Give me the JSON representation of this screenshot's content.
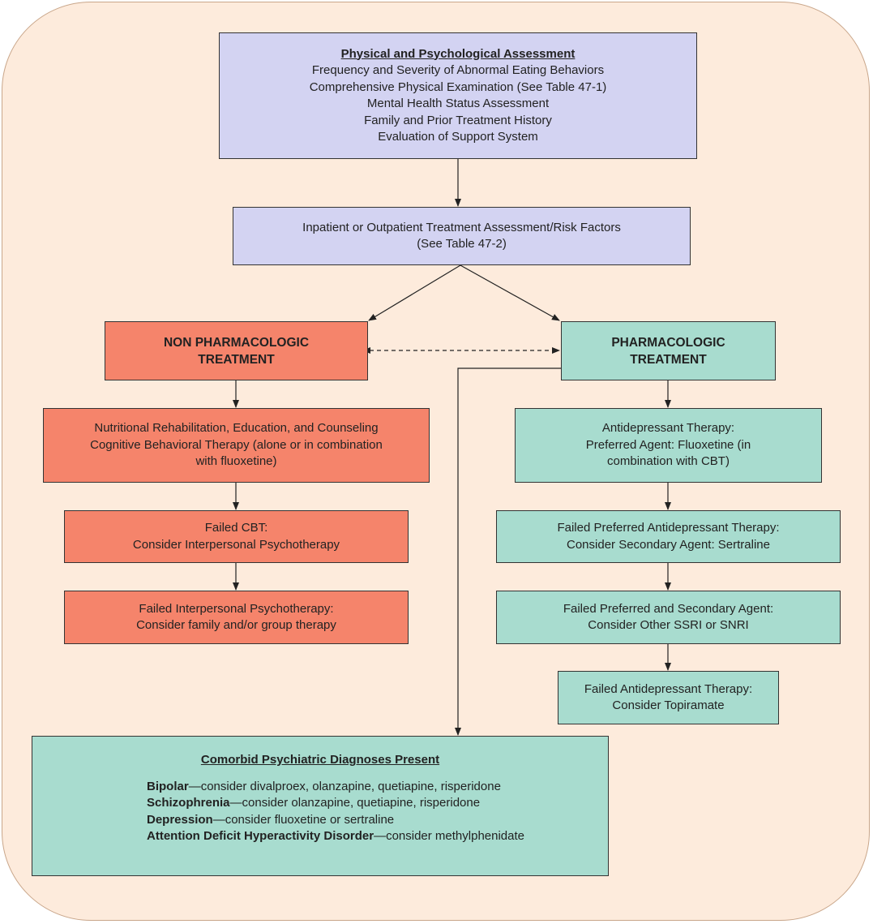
{
  "assessment": {
    "title": "Physical and Psychological Assessment",
    "lines": [
      "Frequency and Severity of Abnormal Eating Behaviors",
      "Comprehensive Physical Examination (See Table 47-1)",
      "Mental Health Status Assessment",
      "Family and Prior Treatment History",
      "Evaluation of Support System"
    ]
  },
  "risk": {
    "line1": "Inpatient or Outpatient Treatment Assessment/Risk Factors",
    "line2": "(See Table 47-2)"
  },
  "nonpharm": {
    "header1": "NON PHARMACOLOGIC",
    "header2": "TREATMENT",
    "step1": [
      "Nutritional Rehabilitation, Education, and Counseling",
      "Cognitive Behavioral Therapy (alone or in combination",
      "with fluoxetine)"
    ],
    "step2": [
      "Failed CBT:",
      "Consider Interpersonal Psychotherapy"
    ],
    "step3": [
      "Failed Interpersonal Psychotherapy:",
      "Consider family and/or group therapy"
    ]
  },
  "pharm": {
    "header1": "PHARMACOLOGIC",
    "header2": "TREATMENT",
    "step1": [
      "Antidepressant Therapy:",
      "Preferred Agent: Fluoxetine (in",
      "combination with CBT)"
    ],
    "step2": [
      "Failed Preferred Antidepressant Therapy:",
      "Consider Secondary Agent: Sertraline"
    ],
    "step3": [
      "Failed Preferred and Secondary Agent:",
      "Consider Other SSRI or SNRI"
    ],
    "step4": [
      "Failed Antidepressant Therapy:",
      "Consider Topiramate"
    ]
  },
  "comorbid": {
    "title": "Comorbid Psychiatric Diagnoses Present",
    "items": [
      {
        "name": "Bipolar",
        "text": "—consider divalproex, olanzapine, quetiapine, risperidone"
      },
      {
        "name": "Schizophrenia",
        "text": "—consider olanzapine, quetiapine, risperidone"
      },
      {
        "name": "Depression",
        "text": "—consider fluoxetine or sertraline"
      },
      {
        "name": "Attention Deficit Hyperactivity Disorder",
        "text": "—consider methylphenidate"
      }
    ]
  },
  "colors": {
    "background": "#fdebdc",
    "assessment": "#d3d3f2",
    "nonpharmacologic": "#f5846b",
    "pharmacologic": "#a8dccf"
  }
}
